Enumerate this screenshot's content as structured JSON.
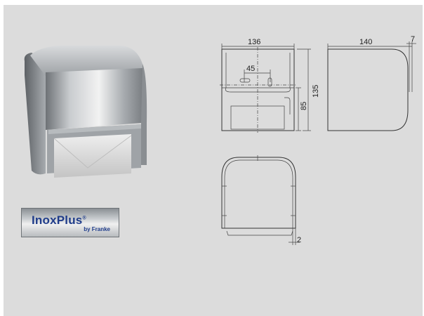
{
  "logo": {
    "brand": "InoxPlus",
    "registered": "®",
    "byline": "by Franke"
  },
  "dimensions": {
    "front_width": "136",
    "hole_spacing": "45",
    "total_height": "135",
    "roll_height": "85",
    "side_depth": "140",
    "side_lip": "7",
    "bottom_thickness": "2"
  },
  "colors": {
    "background": "#dcdcdc",
    "brand_blue": "#1f3c8a"
  }
}
